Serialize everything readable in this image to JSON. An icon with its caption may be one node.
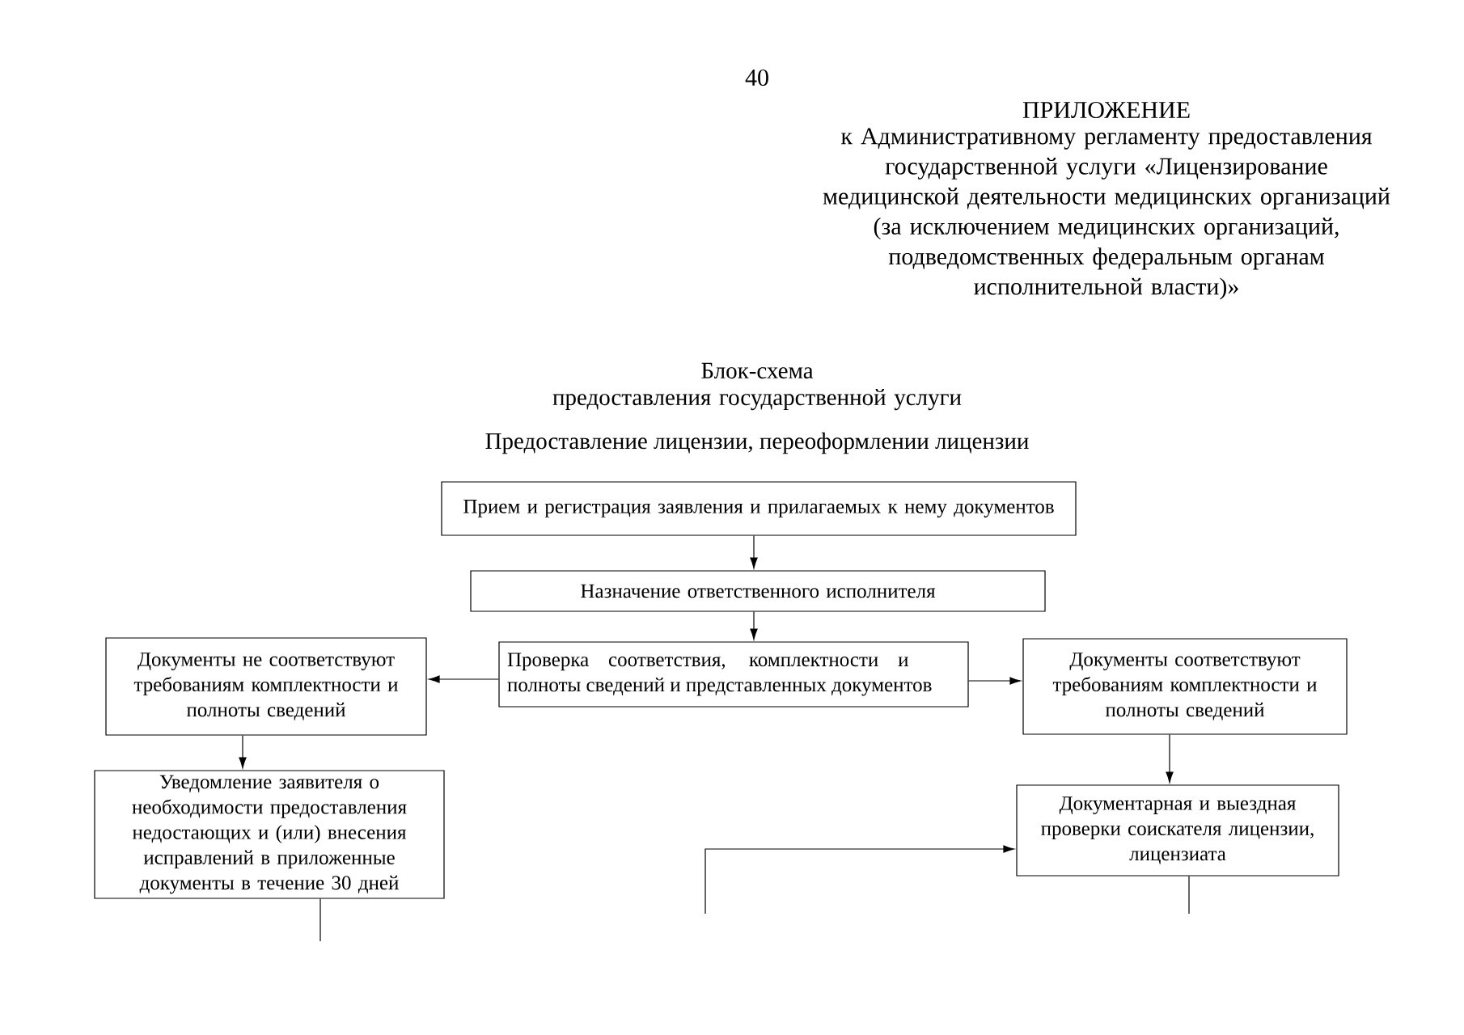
{
  "diagram": {
    "title": "Блок-схема предоставления государственной услуги",
    "nodes": [
      {
        "text": [
          "Прием и регистрация заявления и прилагаемых к нему документов"
        ]
      },
      {
        "text": [
          "Назначение ответственного исполнителя"
        ]
      },
      {
        "text": [
          "Проверка соответствия, комплектности и полноты сведений и представленных документов"
        ]
      },
      {
        "text": [
          "Документы не соответствуют требованиям комплектности и полноты сведений"
        ]
      },
      {
        "text": [
          "Документы соответствуют требованиям комплектности и полноты сведений"
        ]
      },
      {
        "text": [
          "Уведомление заявителя о необходимости предоставления недостающих и (или) внесения исправлений в приложенные документы в течение 30 дней"
        ]
      },
      {
        "text": [
          "Документарная и выездная проверки соискателя лицензии, лицензиата"
        ]
      }
    ],
    "edges": [
      {
        "from": 0,
        "to": 1,
        "arrow": "to"
      },
      {
        "from": 1,
        "to": 2,
        "arrow": "to"
      },
      {
        "from": 2,
        "to": 3,
        "arrow": "to"
      },
      {
        "from": 2,
        "to": 4,
        "arrow": "to"
      },
      {
        "from": 3,
        "to": 5,
        "arrow": "to"
      },
      {
        "from": 4,
        "to": 6,
        "arrow": "to"
      },
      {
        "from": null,
        "to": 6,
        "arrow": "to"
      },
      {
        "from": 5,
        "to": null,
        "arrow": "none"
      },
      {
        "from": 6,
        "to": null,
        "arrow": "none"
      }
    ],
    "labels": [
      "40",
      "ПРИЛОЖЕНИЕ",
      "к Административному регламенту предоставления государственной услуги «Лицензирование медицинской деятельности медицинских организаций (за исключением медицинских организаций, подведомственных федеральным органам исполнительной власти)»",
      "Предоставление лицензии, переоформлении лицензии"
    ]
  }
}
